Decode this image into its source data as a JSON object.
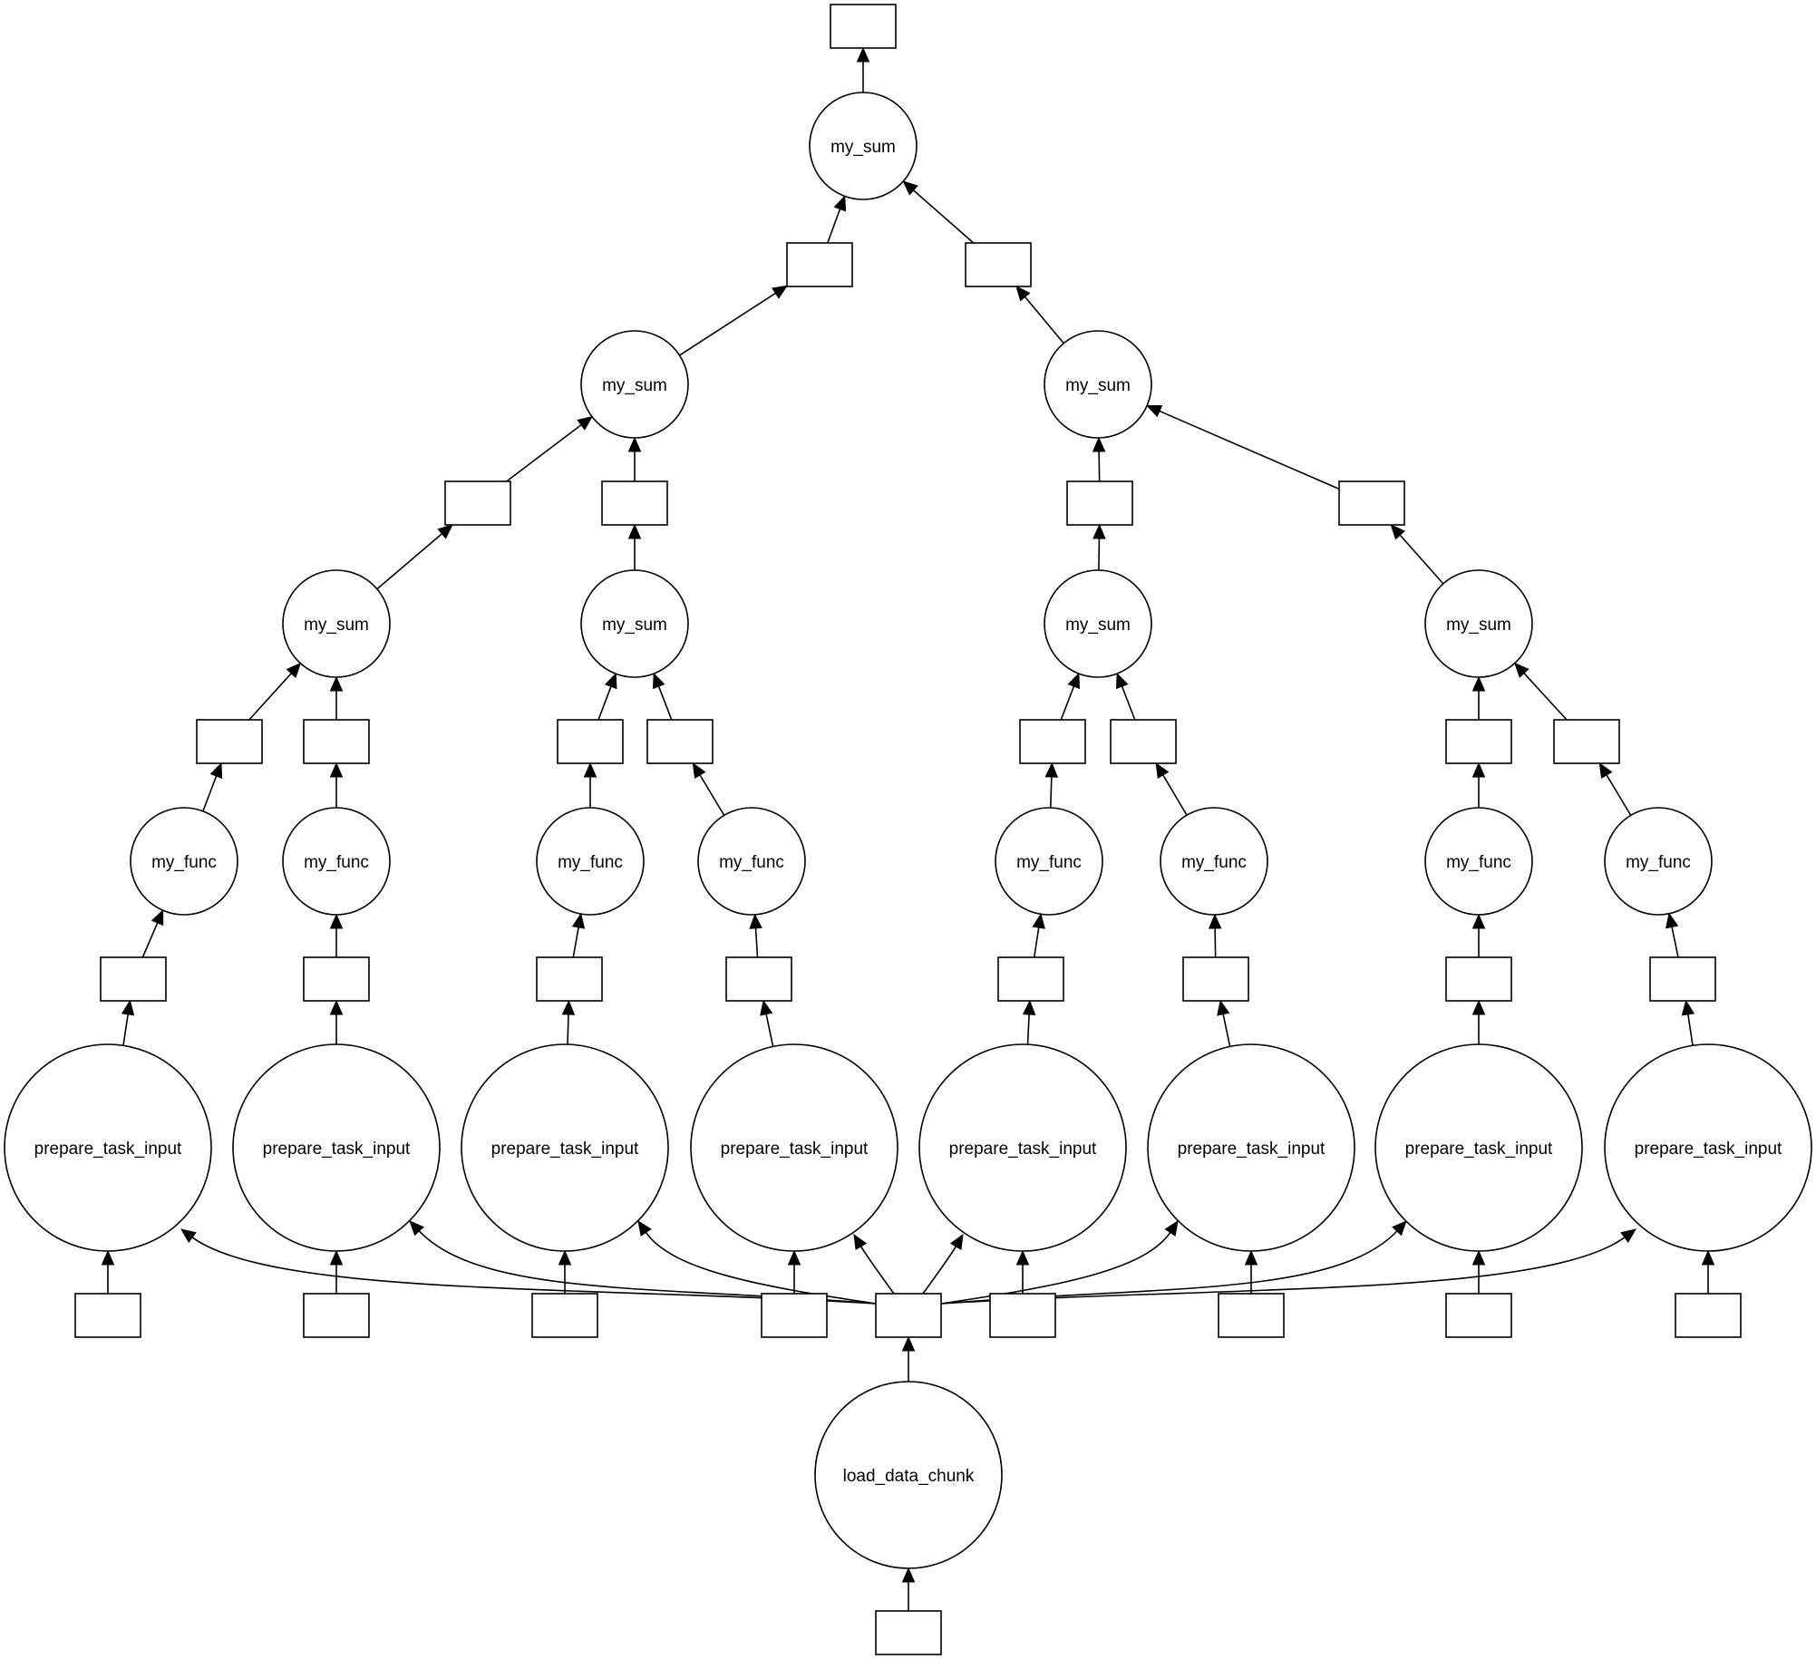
{
  "diagram": {
    "colors": {
      "stroke": "#000000",
      "fill": "#ffffff",
      "background": "#ffffff"
    },
    "nodes": [
      {
        "id": "box_top",
        "shape": "box",
        "label": ""
      },
      {
        "id": "sum_root",
        "shape": "circle",
        "label": "my_sum"
      },
      {
        "id": "box_r1l",
        "shape": "box",
        "label": ""
      },
      {
        "id": "box_r1r",
        "shape": "box",
        "label": ""
      },
      {
        "id": "sum_l",
        "shape": "circle",
        "label": "my_sum"
      },
      {
        "id": "sum_r",
        "shape": "circle",
        "label": "my_sum"
      },
      {
        "id": "box_r2a",
        "shape": "box",
        "label": ""
      },
      {
        "id": "box_r2b",
        "shape": "box",
        "label": ""
      },
      {
        "id": "box_r2c",
        "shape": "box",
        "label": ""
      },
      {
        "id": "box_r2d",
        "shape": "box",
        "label": ""
      },
      {
        "id": "sum_1",
        "shape": "circle",
        "label": "my_sum"
      },
      {
        "id": "sum_2",
        "shape": "circle",
        "label": "my_sum"
      },
      {
        "id": "sum_3",
        "shape": "circle",
        "label": "my_sum"
      },
      {
        "id": "sum_4",
        "shape": "circle",
        "label": "my_sum"
      },
      {
        "id": "box_f1",
        "shape": "box",
        "label": ""
      },
      {
        "id": "box_f2",
        "shape": "box",
        "label": ""
      },
      {
        "id": "box_f3",
        "shape": "box",
        "label": ""
      },
      {
        "id": "box_f4",
        "shape": "box",
        "label": ""
      },
      {
        "id": "box_f5",
        "shape": "box",
        "label": ""
      },
      {
        "id": "box_f6",
        "shape": "box",
        "label": ""
      },
      {
        "id": "box_f7",
        "shape": "box",
        "label": ""
      },
      {
        "id": "box_f8",
        "shape": "box",
        "label": ""
      },
      {
        "id": "func_1",
        "shape": "circle",
        "label": "my_func"
      },
      {
        "id": "func_2",
        "shape": "circle",
        "label": "my_func"
      },
      {
        "id": "func_3",
        "shape": "circle",
        "label": "my_func"
      },
      {
        "id": "func_4",
        "shape": "circle",
        "label": "my_func"
      },
      {
        "id": "func_5",
        "shape": "circle",
        "label": "my_func"
      },
      {
        "id": "func_6",
        "shape": "circle",
        "label": "my_func"
      },
      {
        "id": "func_7",
        "shape": "circle",
        "label": "my_func"
      },
      {
        "id": "func_8",
        "shape": "circle",
        "label": "my_func"
      },
      {
        "id": "box_p1",
        "shape": "box",
        "label": ""
      },
      {
        "id": "box_p2",
        "shape": "box",
        "label": ""
      },
      {
        "id": "box_p3",
        "shape": "box",
        "label": ""
      },
      {
        "id": "box_p4",
        "shape": "box",
        "label": ""
      },
      {
        "id": "box_p5",
        "shape": "box",
        "label": ""
      },
      {
        "id": "box_p6",
        "shape": "box",
        "label": ""
      },
      {
        "id": "box_p7",
        "shape": "box",
        "label": ""
      },
      {
        "id": "box_p8",
        "shape": "box",
        "label": ""
      },
      {
        "id": "prep_1",
        "shape": "circle",
        "label": "prepare_task_input"
      },
      {
        "id": "prep_2",
        "shape": "circle",
        "label": "prepare_task_input"
      },
      {
        "id": "prep_3",
        "shape": "circle",
        "label": "prepare_task_input"
      },
      {
        "id": "prep_4",
        "shape": "circle",
        "label": "prepare_task_input"
      },
      {
        "id": "prep_5",
        "shape": "circle",
        "label": "prepare_task_input"
      },
      {
        "id": "prep_6",
        "shape": "circle",
        "label": "prepare_task_input"
      },
      {
        "id": "prep_7",
        "shape": "circle",
        "label": "prepare_task_input"
      },
      {
        "id": "prep_8",
        "shape": "circle",
        "label": "prepare_task_input"
      },
      {
        "id": "box_in1",
        "shape": "box",
        "label": ""
      },
      {
        "id": "box_in2",
        "shape": "box",
        "label": ""
      },
      {
        "id": "box_in3",
        "shape": "box",
        "label": ""
      },
      {
        "id": "box_in4",
        "shape": "box",
        "label": ""
      },
      {
        "id": "box_data",
        "shape": "box",
        "label": ""
      },
      {
        "id": "box_in5",
        "shape": "box",
        "label": ""
      },
      {
        "id": "box_in6",
        "shape": "box",
        "label": ""
      },
      {
        "id": "box_in7",
        "shape": "box",
        "label": ""
      },
      {
        "id": "box_in8",
        "shape": "box",
        "label": ""
      },
      {
        "id": "load",
        "shape": "circle",
        "label": "load_data_chunk"
      },
      {
        "id": "box_bottom",
        "shape": "box",
        "label": ""
      }
    ],
    "edges": [
      {
        "from": "sum_root",
        "to": "box_top"
      },
      {
        "from": "box_r1l",
        "to": "sum_root"
      },
      {
        "from": "box_r1r",
        "to": "sum_root"
      },
      {
        "from": "sum_l",
        "to": "box_r1l"
      },
      {
        "from": "sum_r",
        "to": "box_r1r"
      },
      {
        "from": "box_r2a",
        "to": "sum_l"
      },
      {
        "from": "box_r2b",
        "to": "sum_l"
      },
      {
        "from": "box_r2c",
        "to": "sum_r"
      },
      {
        "from": "box_r2d",
        "to": "sum_r"
      },
      {
        "from": "sum_1",
        "to": "box_r2a"
      },
      {
        "from": "sum_2",
        "to": "box_r2b"
      },
      {
        "from": "sum_3",
        "to": "box_r2c"
      },
      {
        "from": "sum_4",
        "to": "box_r2d"
      },
      {
        "from": "box_f1",
        "to": "sum_1"
      },
      {
        "from": "box_f2",
        "to": "sum_1"
      },
      {
        "from": "box_f3",
        "to": "sum_2"
      },
      {
        "from": "box_f4",
        "to": "sum_2"
      },
      {
        "from": "box_f5",
        "to": "sum_3"
      },
      {
        "from": "box_f6",
        "to": "sum_3"
      },
      {
        "from": "box_f7",
        "to": "sum_4"
      },
      {
        "from": "box_f8",
        "to": "sum_4"
      },
      {
        "from": "func_1",
        "to": "box_f1"
      },
      {
        "from": "func_2",
        "to": "box_f2"
      },
      {
        "from": "func_3",
        "to": "box_f3"
      },
      {
        "from": "func_4",
        "to": "box_f4"
      },
      {
        "from": "func_5",
        "to": "box_f5"
      },
      {
        "from": "func_6",
        "to": "box_f6"
      },
      {
        "from": "func_7",
        "to": "box_f7"
      },
      {
        "from": "func_8",
        "to": "box_f8"
      },
      {
        "from": "box_p1",
        "to": "func_1"
      },
      {
        "from": "box_p2",
        "to": "func_2"
      },
      {
        "from": "box_p3",
        "to": "func_3"
      },
      {
        "from": "box_p4",
        "to": "func_4"
      },
      {
        "from": "box_p5",
        "to": "func_5"
      },
      {
        "from": "box_p6",
        "to": "func_6"
      },
      {
        "from": "box_p7",
        "to": "func_7"
      },
      {
        "from": "box_p8",
        "to": "func_8"
      },
      {
        "from": "prep_1",
        "to": "box_p1"
      },
      {
        "from": "prep_2",
        "to": "box_p2"
      },
      {
        "from": "prep_3",
        "to": "box_p3"
      },
      {
        "from": "prep_4",
        "to": "box_p4"
      },
      {
        "from": "prep_5",
        "to": "box_p5"
      },
      {
        "from": "prep_6",
        "to": "box_p6"
      },
      {
        "from": "prep_7",
        "to": "box_p7"
      },
      {
        "from": "prep_8",
        "to": "box_p8"
      },
      {
        "from": "box_in1",
        "to": "prep_1"
      },
      {
        "from": "box_in2",
        "to": "prep_2"
      },
      {
        "from": "box_in3",
        "to": "prep_3"
      },
      {
        "from": "box_in4",
        "to": "prep_4"
      },
      {
        "from": "box_in5",
        "to": "prep_5"
      },
      {
        "from": "box_in6",
        "to": "prep_6"
      },
      {
        "from": "box_in7",
        "to": "prep_7"
      },
      {
        "from": "box_in8",
        "to": "prep_8"
      },
      {
        "from": "box_data",
        "to": "prep_1"
      },
      {
        "from": "box_data",
        "to": "prep_2"
      },
      {
        "from": "box_data",
        "to": "prep_3"
      },
      {
        "from": "box_data",
        "to": "prep_4"
      },
      {
        "from": "box_data",
        "to": "prep_5"
      },
      {
        "from": "box_data",
        "to": "prep_6"
      },
      {
        "from": "box_data",
        "to": "prep_7"
      },
      {
        "from": "box_data",
        "to": "prep_8"
      },
      {
        "from": "load",
        "to": "box_data"
      },
      {
        "from": "box_bottom",
        "to": "load"
      }
    ]
  }
}
